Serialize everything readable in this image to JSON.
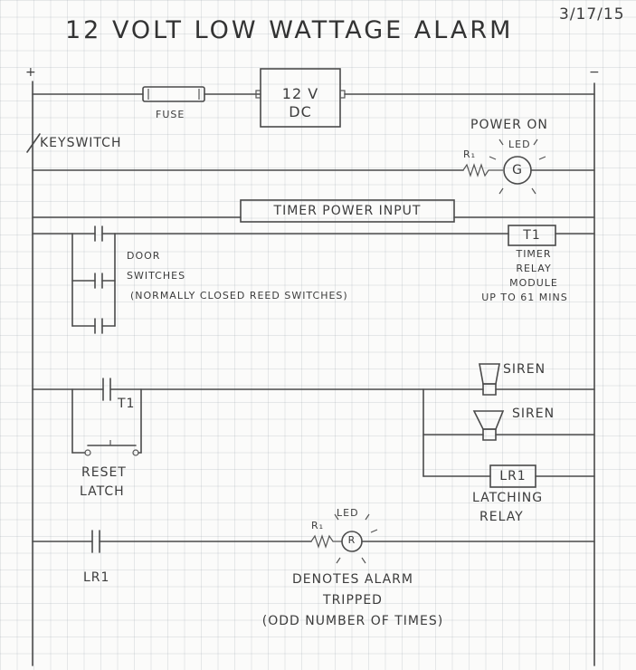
{
  "title": "12 VOLT LOW WATTAGE ALARM",
  "date": "3/17/15",
  "plus_sign": "+",
  "minus_sign": "−",
  "fuse_label": "FUSE",
  "supply": {
    "line1": "12 V",
    "line2": "DC"
  },
  "keyswitch_label": "KEYSWITCH",
  "power_on_label": "POWER ON",
  "led_label": "LED",
  "resistor_label": "R₁",
  "green_led_letter": "G",
  "red_led_letter": "R",
  "timer_power_input": "TIMER POWER INPUT",
  "door_switches": {
    "line1": "DOOR",
    "line2": "SWITCHES",
    "line3": "(NORMALLY CLOSED REED SWITCHES)"
  },
  "timer_relay": {
    "coil": "T1",
    "line1": "TIMER",
    "line2": "RELAY",
    "line3": "MODULE",
    "line4": "UP TO 61 MINS"
  },
  "t1_contact": "T1",
  "reset_latch": {
    "line1": "RESET",
    "line2": "LATCH"
  },
  "siren_1": "SIREN",
  "siren_2": "SIREN",
  "latching_relay": {
    "coil": "LR1",
    "line1": "LATCHING",
    "line2": "RELAY"
  },
  "lr1_contact": "LR1",
  "alarm_note": {
    "line1": "DENOTES ALARM",
    "line2": "TRIPPED",
    "line3": "(ODD NUMBER OF TIMES)"
  }
}
